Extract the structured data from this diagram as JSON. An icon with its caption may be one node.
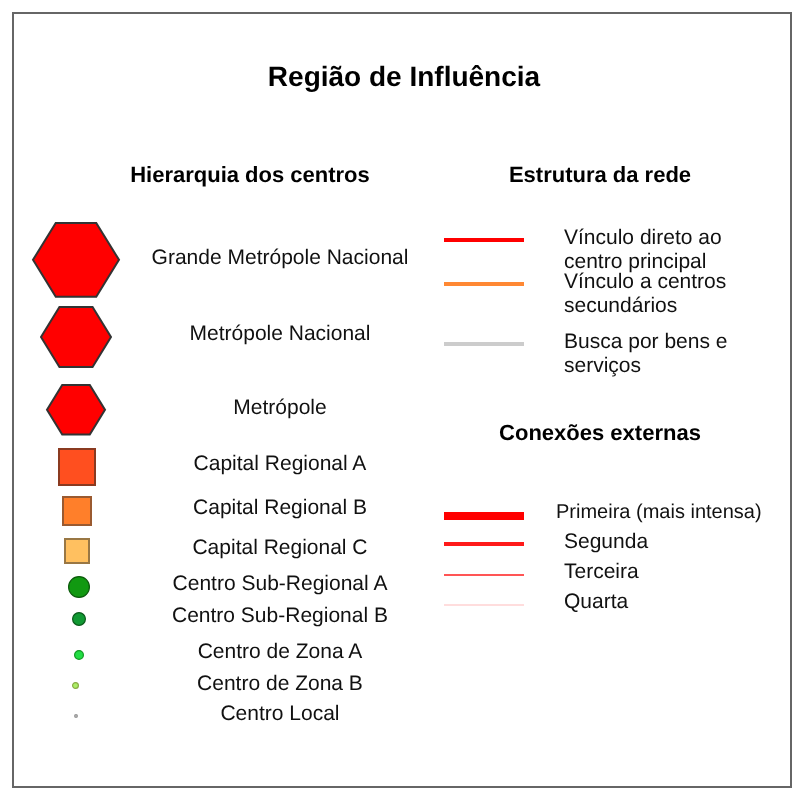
{
  "diagram": {
    "title": "Região de Influência",
    "labels": [
      "Hierarquia dos centros",
      "Estrutura da rede",
      "Conexões externas"
    ],
    "legend": [
      {
        "text": "Grande Metrópole Nacional"
      },
      {
        "text": "Metrópole Nacional"
      },
      {
        "text": "Metrópole"
      },
      {
        "text": "Capital Regional A"
      },
      {
        "text": "Capital Regional B"
      },
      {
        "text": "Capital Regional C"
      },
      {
        "text": "Centro Sub-Regional A"
      },
      {
        "text": "Centro Sub-Regional B"
      },
      {
        "text": "Centro de Zona A"
      },
      {
        "text": "Centro de Zona B"
      },
      {
        "text": "Centro Local"
      },
      {
        "text": "Vínculo direto ao centro principal"
      },
      {
        "text": "Vínculo a centros secundários"
      },
      {
        "text": "Busca por bens e serviços"
      },
      {
        "text": "Primeira (mais intensa)"
      },
      {
        "text": "Segunda"
      },
      {
        "text": "Terceira"
      },
      {
        "text": "Quarta"
      }
    ]
  }
}
